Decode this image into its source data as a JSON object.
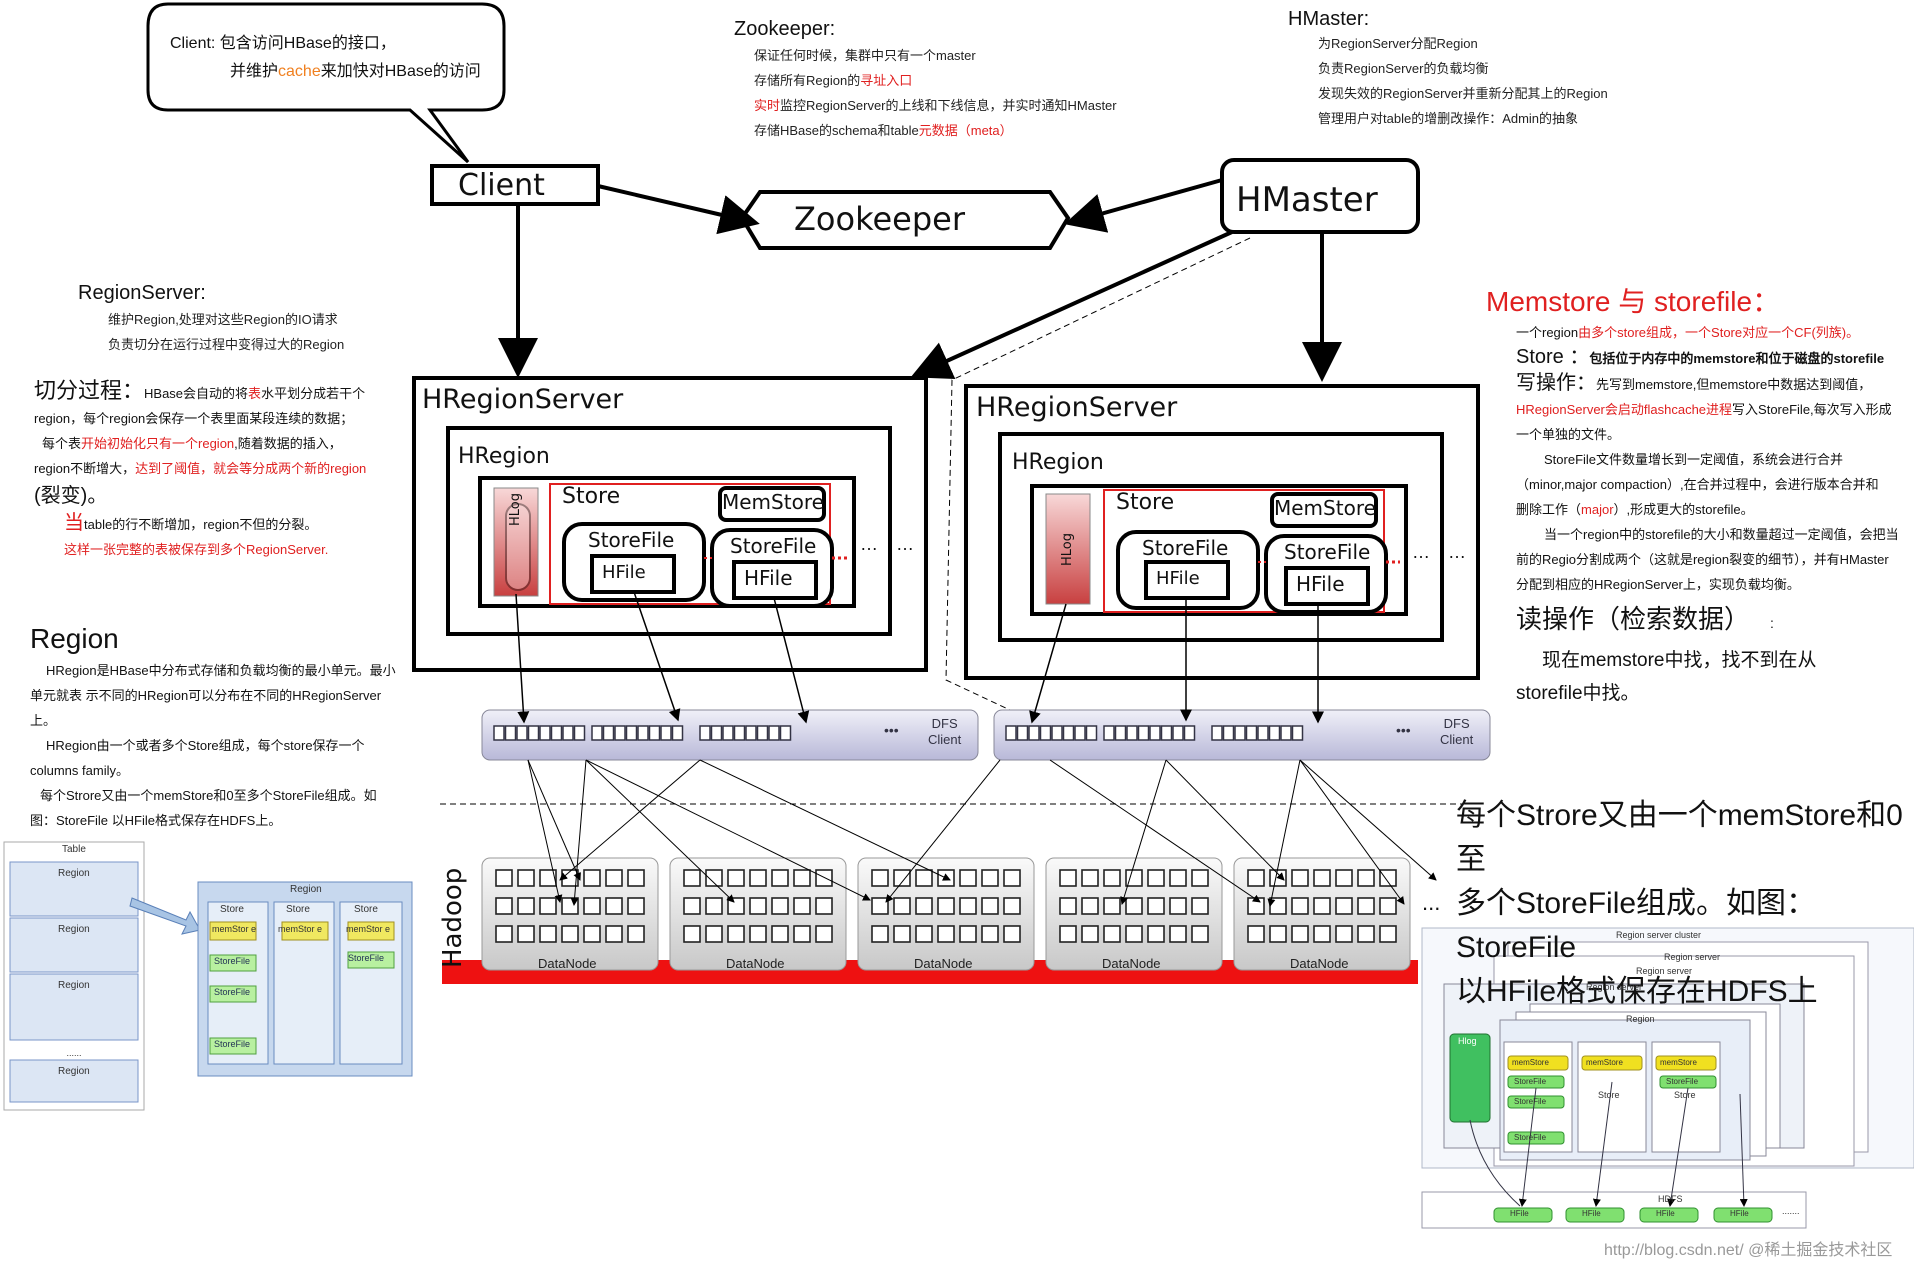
{
  "client_bubble": {
    "line1": "Client:  包含访问HBase的接口，",
    "line2_a": "并维护",
    "line2_cache": "cache",
    "line2_b": "来加快对HBase的访问"
  },
  "zookeeper_note": {
    "title": "Zookeeper:",
    "lines": [
      {
        "a": "保证任何时候，集群中只有一个master",
        "r": "",
        "b": ""
      },
      {
        "a": "存储所有Region的",
        "r": "寻址入口",
        "b": ""
      },
      {
        "a": "",
        "r": "实时",
        "b": "监控RegionServer的上线和下线信息，并实时通知HMaster"
      },
      {
        "a": "存储HBase的schema和table",
        "r": "元数据（meta）",
        "b": ""
      }
    ]
  },
  "hmaster_note": {
    "title": "HMaster:",
    "lines": [
      "为RegionServer分配Region",
      "负责RegionServer的负载均衡",
      "发现失效的RegionServer并重新分配其上的Region",
      "管理用户对table的增删改操作：Admin的抽象"
    ]
  },
  "regionserver_note": {
    "title": "RegionServer:",
    "lines": [
      "维护Region,处理对这些Region的IO请求",
      "负责切分在运行过程中变得过大的Region"
    ]
  },
  "split_note": {
    "title": "切分过程：",
    "l1a": "HBase会自动的将",
    "l1r": "表",
    "l1b": "水平划分成若干个",
    "l2": "region，每个region会保存一个表里面某段连续的数据；",
    "l3a": "每个表",
    "l3r": "开始初始化只有一个region",
    "l3b": ",随着数据的插入，",
    "l4a": "region不断增大，",
    "l4r": "达到了阈值，就会等分成两个新的region",
    "l5": "(裂变)。",
    "l6r": "当",
    "l6b": "table的行不断增加，region不但的分裂。",
    "l7": "这样一张完整的表被保存到多个RegionServer."
  },
  "region_note": {
    "title": "Region",
    "p1": "HRegion是HBase中分布式存储和负载均衡的最小单元。最小单元就表 示不同的HRegion可以分布在不同的HRegionServer上。",
    "p2": "HRegion由一个或者多个Store组成，每个store保存一个columns family。",
    "p3": "每个Strore又由一个memStore和0至多个StoreFile组成。如图：StoreFile 以HFile格式保存在HDFS上。"
  },
  "memstore_note": {
    "title": "Memstore 与 storefile：",
    "l1a": "一个region",
    "l1r": "由多个store组成，一个Store对应一个CF(列族)。",
    "store_a": "Store ：",
    "store_b": "包括位于内存中的memstore和位于磁盘的storefile",
    "write_a": "写操作：",
    "write_b": "先写到memstore,但memstore中数据达到阈值，",
    "w2r": "HRegionServer会启动flashcache进程",
    "w2b": "写入StoreFile,每次写入形成",
    "w3": "一个单独的文件。",
    "w4": "StoreFile文件数量增长到一定阈值，系统会进行合并",
    "w5a": "（minor,major compaction）,在合并过程中，会进行版本合并和",
    "w6a": "删除工作（",
    "w6r": "major",
    "w6b": "）,形成更大的storefile。",
    "w7": "当一个region中的storefile的大小和数量超过一定阈值，会把当",
    "w8": "前的Regio分割成两个（这就是region裂变的细节），并有HMaster",
    "w9": "分配到相应的HRegionServer上，实现负载均衡。",
    "read_title": "读操作（检索数据）",
    "read_colon": ":",
    "read_1": "现在memstore中找，找不到在从",
    "read_2": "storefile中找。"
  },
  "big_note": {
    "l1": "每个Strore又由一个memStore和0至",
    "l2": "多个StoreFile组成。如图：StoreFile",
    "l3": "以HFile格式保存在HDFS上",
    "ellipsis": "..."
  },
  "arch": {
    "client": "Client",
    "zookeeper": "Zookeeper",
    "hmaster": "HMaster",
    "hregionserver": "HRegionServer",
    "hregion": "HRegion",
    "store": "Store",
    "memstore": "MemStore",
    "storefile": "StoreFile",
    "hfile": "HFile",
    "hlog": "HLog",
    "dots": "…",
    "dfs_client_1": "DFS",
    "dfs_client_2": "Client",
    "dfs_dots": "•••",
    "hadoop": "Hadoop",
    "datanode": "DataNode"
  },
  "table_diagram": {
    "table_title": "Table",
    "regions": [
      "Region",
      "Region",
      "Region",
      "Region"
    ],
    "region_title": "Region",
    "stores": [
      {
        "title": "Store",
        "mem": "memStor e",
        "files": [
          "StoreFile",
          "StoreFile",
          "StoreFile"
        ]
      },
      {
        "title": "Store",
        "mem": "memStor e",
        "files": []
      },
      {
        "title": "Store",
        "mem": "memStor e",
        "files": [
          "StoreFile"
        ]
      }
    ]
  },
  "cluster_diagram": {
    "t1": "Region server cluster",
    "t2": "Region server",
    "t3": "Region server",
    "t4": "Region server",
    "t5": "Region",
    "hlog": "Hlog",
    "mem": "memStore",
    "sf": "StoreFile",
    "store": "Store",
    "hdfs": "HDFS",
    "hfile": "HFile",
    "dots": "......."
  },
  "watermark": "http://blog.csdn.net/ @稀土掘金技术社区"
}
